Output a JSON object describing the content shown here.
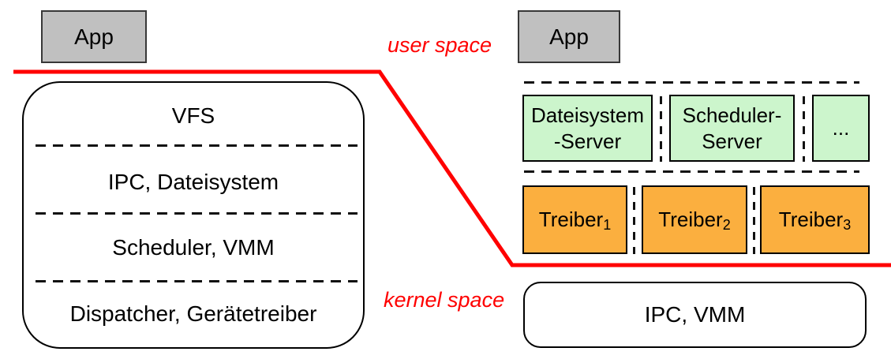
{
  "labels": {
    "user_space": "user space",
    "kernel_space": "kernel space"
  },
  "colors": {
    "boundary_red": "#ff0000",
    "app_gray": "#c0c0c0",
    "server_green": "#ccf5cc",
    "driver_orange": "#fbaf3f"
  },
  "monolithic": {
    "app_label": "App",
    "kernel_sections": [
      {
        "label": "VFS"
      },
      {
        "label": "IPC, Dateisystem"
      },
      {
        "label": "Scheduler, VMM"
      },
      {
        "label": "Dispatcher, Gerätetreiber"
      }
    ]
  },
  "microkernel": {
    "app_label": "App",
    "servers": [
      {
        "line1": "Dateisystem",
        "line2": "-Server"
      },
      {
        "line1": "Scheduler-",
        "line2": "Server"
      },
      {
        "line1": "...",
        "line2": ""
      }
    ],
    "drivers": [
      {
        "label": "Treiber",
        "sub": "1"
      },
      {
        "label": "Treiber",
        "sub": "2"
      },
      {
        "label": "Treiber",
        "sub": "3"
      }
    ],
    "kernel_label": "IPC, VMM"
  }
}
